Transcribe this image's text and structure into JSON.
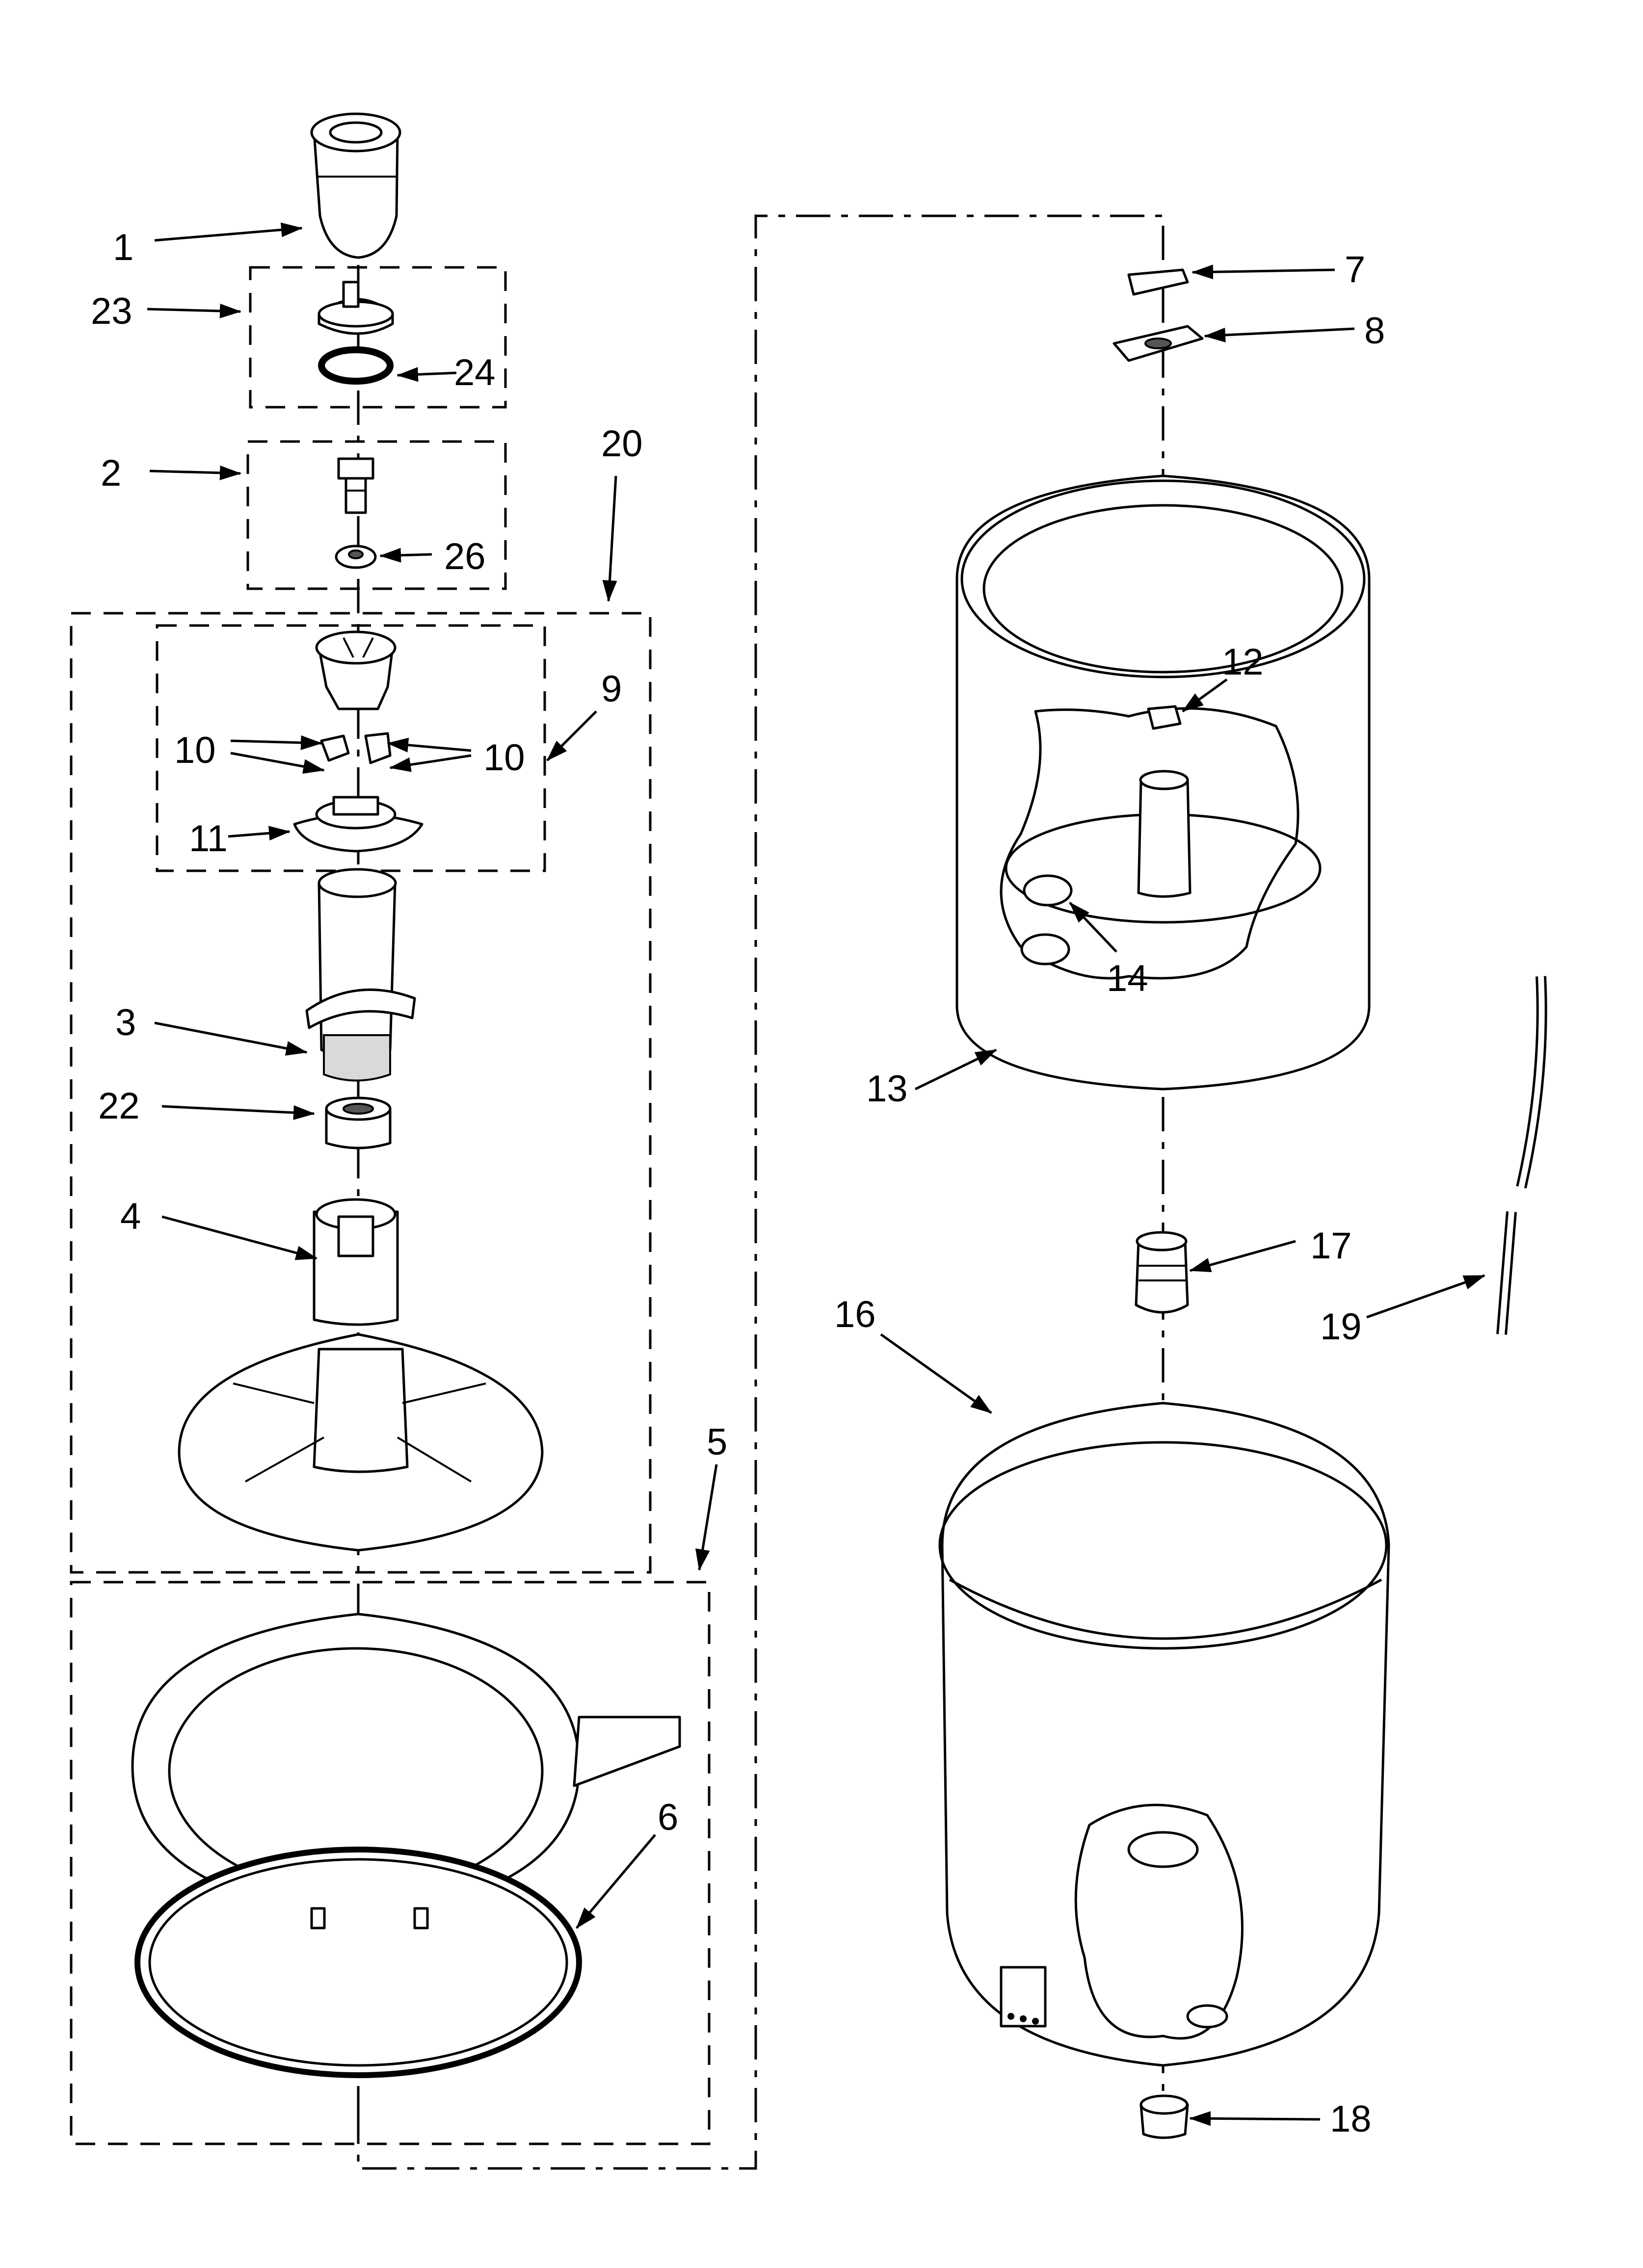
{
  "callouts": {
    "c1": "1",
    "c2": "2",
    "c3": "3",
    "c4": "4",
    "c5": "5",
    "c6": "6",
    "c7": "7",
    "c8": "8",
    "c9": "9",
    "c10a": "10",
    "c10b": "10",
    "c11": "11",
    "c12": "12",
    "c13": "13",
    "c14": "14",
    "c16": "16",
    "c17": "17",
    "c18": "18",
    "c19": "19",
    "c20": "20",
    "c22": "22",
    "c23": "23",
    "c24": "24",
    "c26": "26"
  },
  "colors": {
    "line": "#000000",
    "background": "#ffffff"
  }
}
